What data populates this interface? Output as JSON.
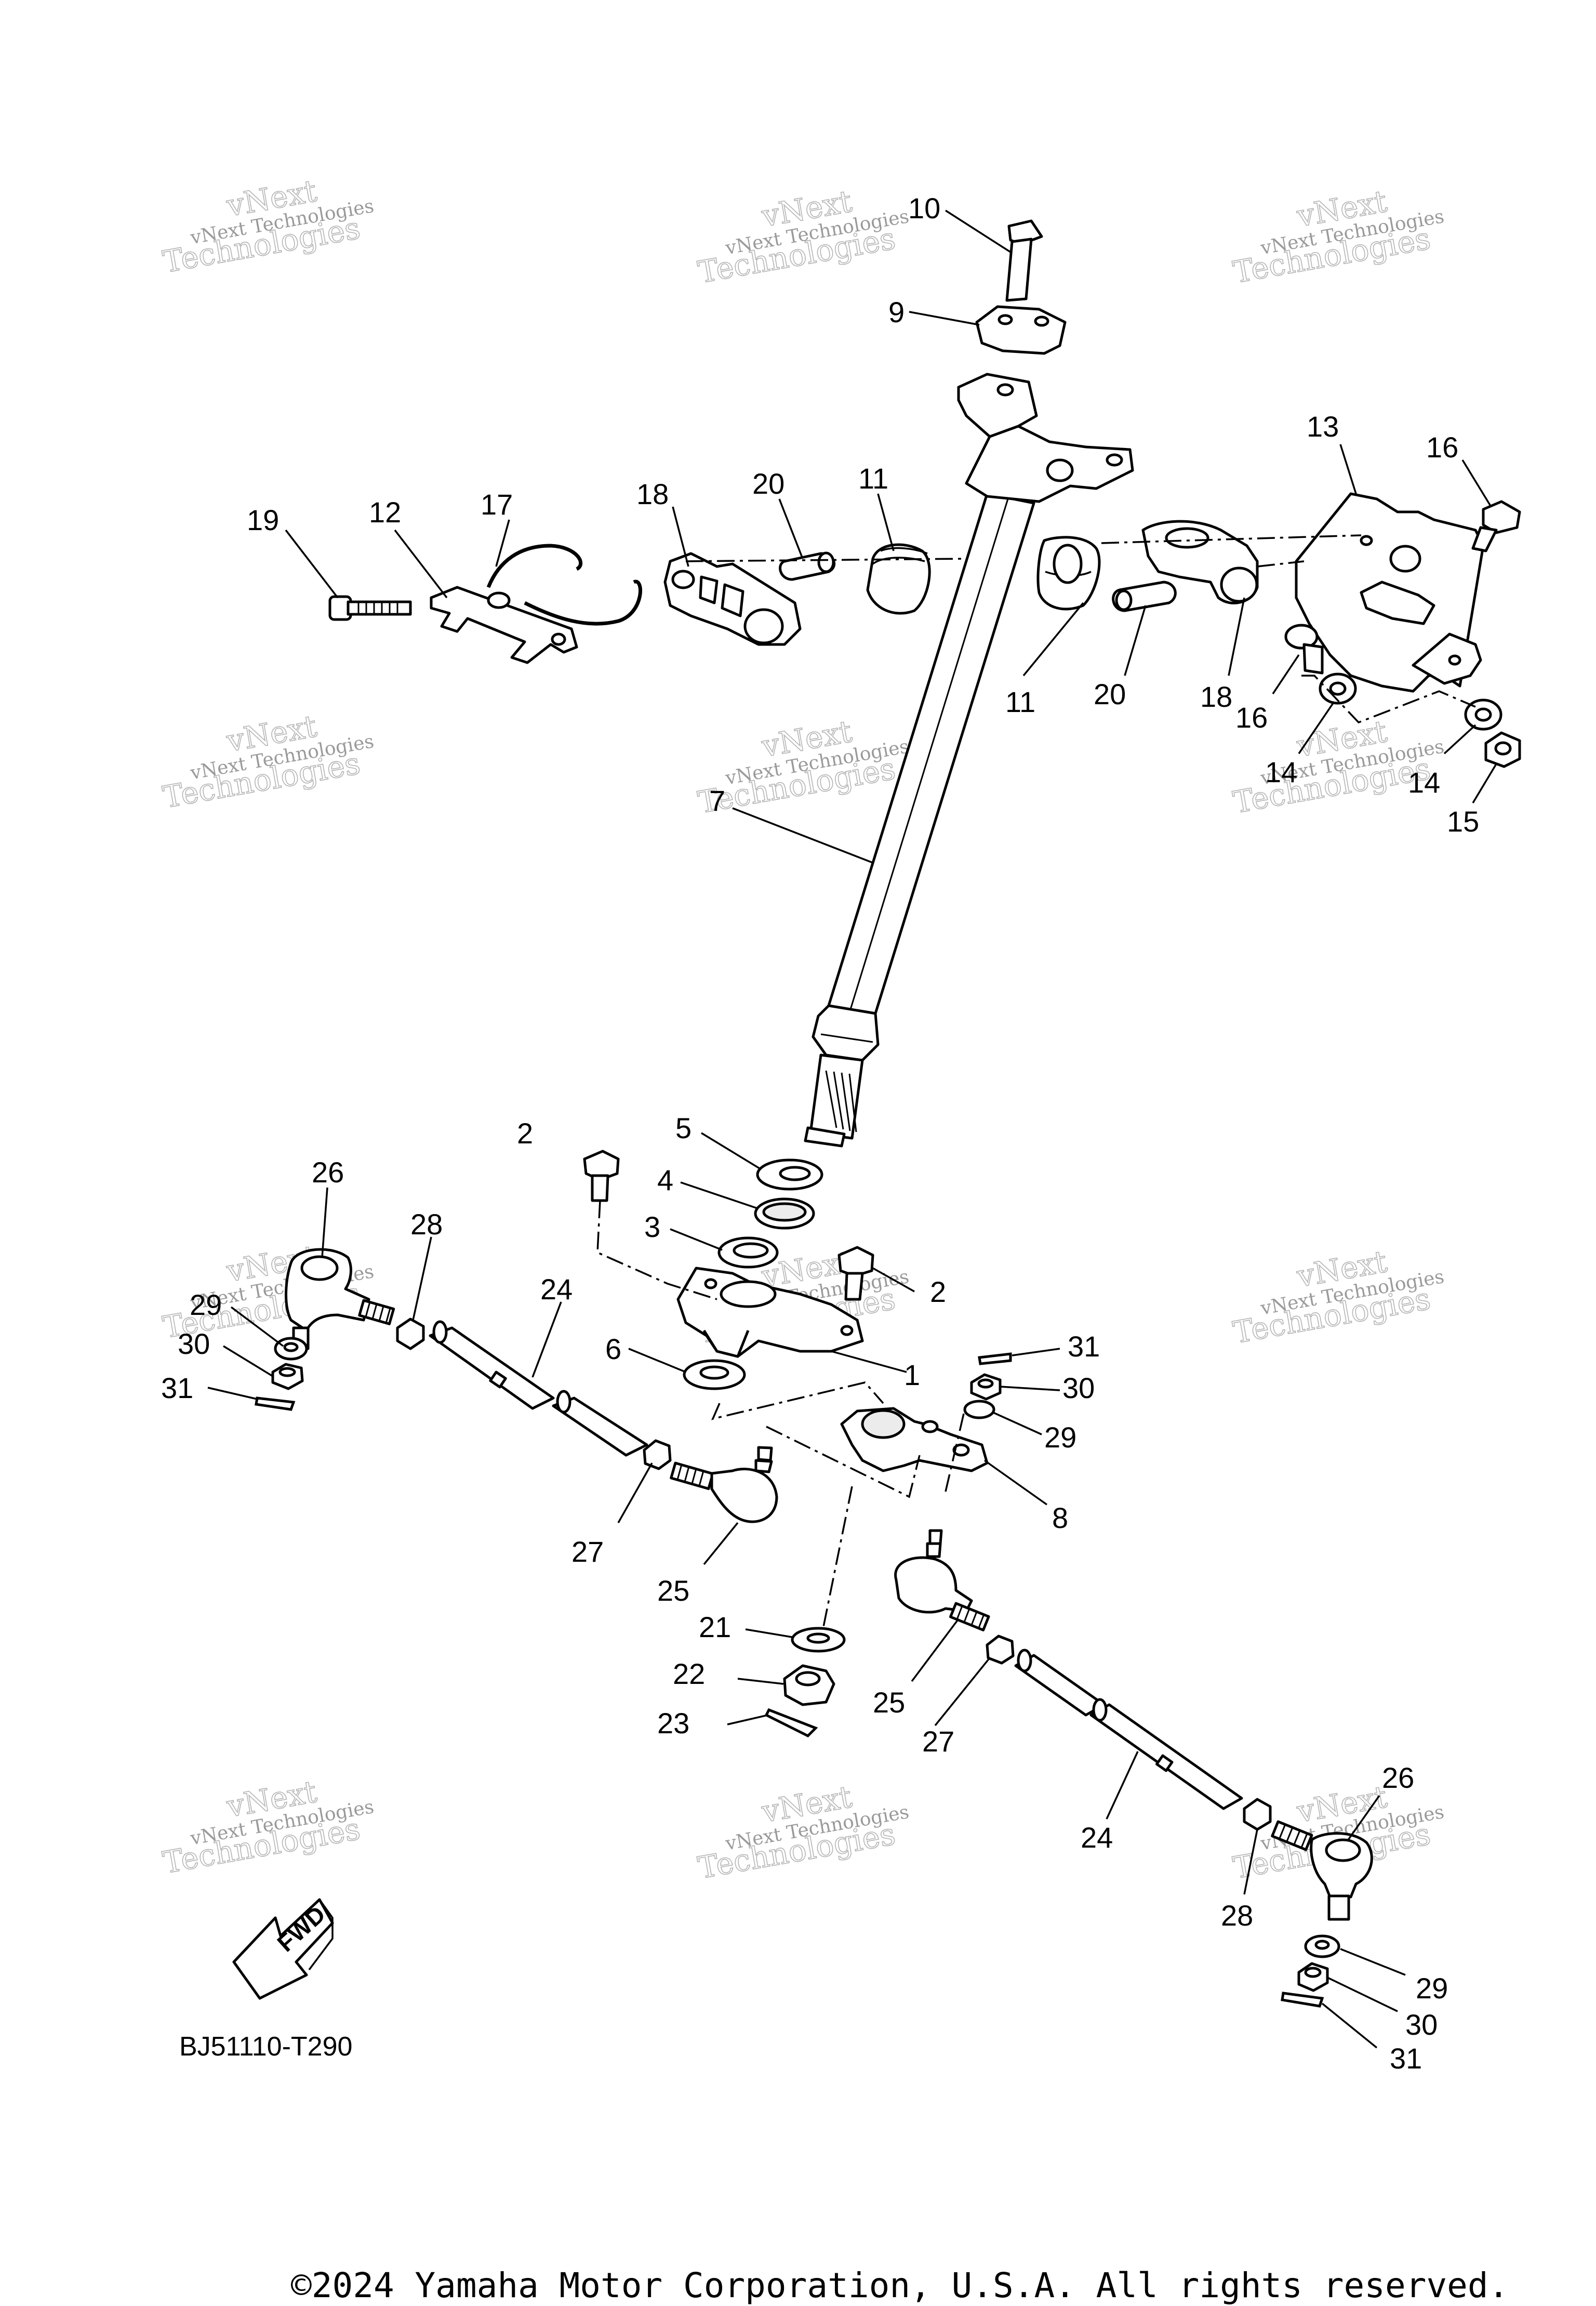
{
  "diagram": {
    "callouts": [
      {
        "id": "10",
        "text": "10"
      },
      {
        "id": "9",
        "text": "9"
      },
      {
        "id": "13",
        "text": "13"
      },
      {
        "id": "16a",
        "text": "16"
      },
      {
        "id": "19",
        "text": "19"
      },
      {
        "id": "12",
        "text": "12"
      },
      {
        "id": "17",
        "text": "17"
      },
      {
        "id": "18a",
        "text": "18"
      },
      {
        "id": "20a",
        "text": "20"
      },
      {
        "id": "11a",
        "text": "11"
      },
      {
        "id": "11b",
        "text": "11"
      },
      {
        "id": "20b",
        "text": "20"
      },
      {
        "id": "18b",
        "text": "18"
      },
      {
        "id": "16b",
        "text": "16"
      },
      {
        "id": "14a",
        "text": "14"
      },
      {
        "id": "14b",
        "text": "14"
      },
      {
        "id": "15",
        "text": "15"
      },
      {
        "id": "7",
        "text": "7"
      },
      {
        "id": "5",
        "text": "5"
      },
      {
        "id": "4",
        "text": "4"
      },
      {
        "id": "3",
        "text": "3"
      },
      {
        "id": "2a",
        "text": "2"
      },
      {
        "id": "2b",
        "text": "2"
      },
      {
        "id": "6",
        "text": "6"
      },
      {
        "id": "1",
        "text": "1"
      },
      {
        "id": "26a",
        "text": "26"
      },
      {
        "id": "28a",
        "text": "28"
      },
      {
        "id": "24a",
        "text": "24"
      },
      {
        "id": "29a",
        "text": "29"
      },
      {
        "id": "30a",
        "text": "30"
      },
      {
        "id": "31a",
        "text": "31"
      },
      {
        "id": "31b",
        "text": "31"
      },
      {
        "id": "30b",
        "text": "30"
      },
      {
        "id": "29b",
        "text": "29"
      },
      {
        "id": "8",
        "text": "8"
      },
      {
        "id": "27a",
        "text": "27"
      },
      {
        "id": "25a",
        "text": "25"
      },
      {
        "id": "21",
        "text": "21"
      },
      {
        "id": "22",
        "text": "22"
      },
      {
        "id": "23",
        "text": "23"
      },
      {
        "id": "25b",
        "text": "25"
      },
      {
        "id": "27b",
        "text": "27"
      },
      {
        "id": "24b",
        "text": "24"
      },
      {
        "id": "26b",
        "text": "26"
      },
      {
        "id": "28b",
        "text": "28"
      },
      {
        "id": "29c",
        "text": "29"
      },
      {
        "id": "30c",
        "text": "30"
      },
      {
        "id": "31c",
        "text": "31"
      }
    ],
    "fwd_label": "FWD",
    "diagram_code": "BJ51110-T290",
    "copyright": "©2024 Yamaha Motor Corporation, U.S.A. All rights reserved.",
    "watermark": {
      "line1": "vNext",
      "line2": "vNext Technologies",
      "line3": "Technologies"
    }
  }
}
